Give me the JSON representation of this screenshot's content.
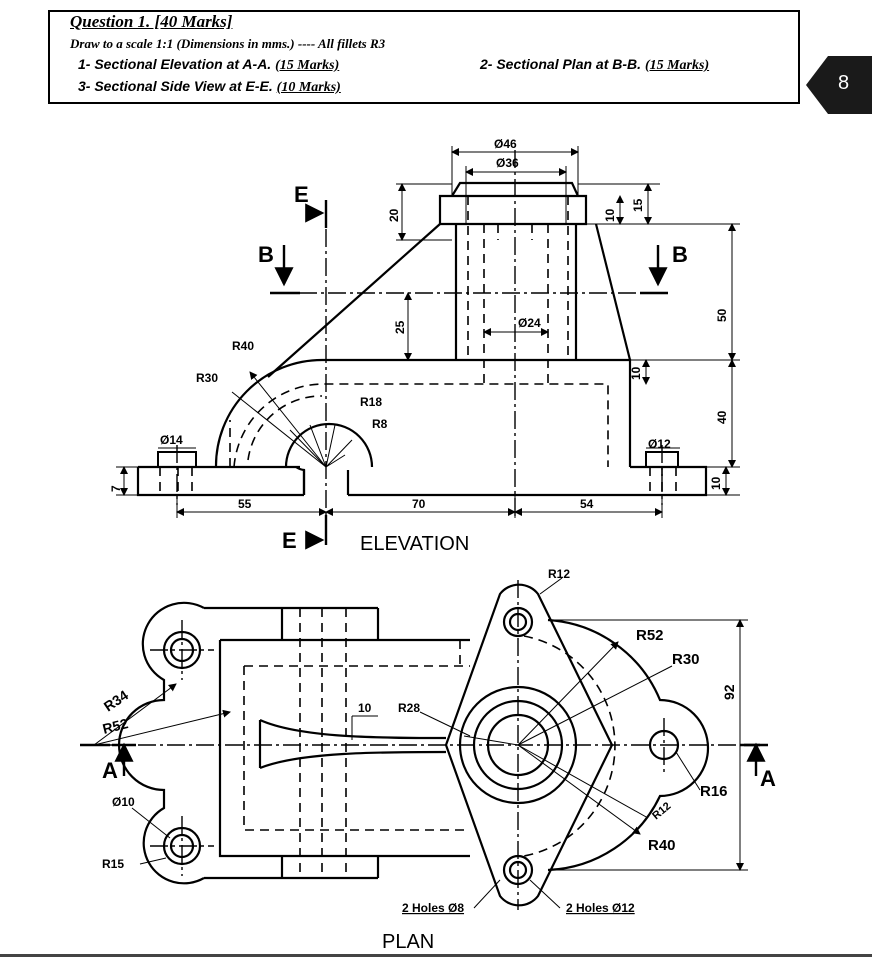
{
  "question": {
    "title": "Question 1. [40 Marks]",
    "instruction_a": "Draw to a scale 1:1 (Dimensions in mms.) ---- All fillets R3",
    "task1": "1- Sectional Elevation at A-A.",
    "task1_marks": "(15 Marks)",
    "task2": "2- Sectional Plan at B-B.",
    "task2_marks": "(15 Marks)",
    "task3": "3- Sectional Side View at E-E.",
    "task3_marks": "(10 Marks)"
  },
  "page_number": "8",
  "elevation": {
    "view_label": "ELEVATION",
    "section_b_left": "B",
    "section_b_right": "B",
    "section_e_top": "E",
    "section_e_bottom": "E",
    "dim_d46": "Ø46",
    "dim_d36": "Ø36",
    "dim_d24": "Ø24",
    "dim_20": "20",
    "dim_25": "25",
    "dim_10_top": "10",
    "dim_15": "15",
    "dim_50": "50",
    "dim_10_mid": "10",
    "dim_40": "40",
    "dim_10_base": "10",
    "dim_7": "7",
    "dim_55": "55",
    "dim_70": "70",
    "dim_54": "54",
    "r40": "R40",
    "r30": "R30",
    "r18": "R18",
    "r8": "R8",
    "d14": "Ø14",
    "d12": "Ø12"
  },
  "plan": {
    "view_label": "PLAN",
    "section_a_left": "A",
    "section_a_right": "A",
    "r12_top": "R12",
    "r52_right": "R52",
    "r30": "R30",
    "r34": "R34",
    "r52_left": "R52",
    "dim_10": "10",
    "r28": "R28",
    "dim_92": "92",
    "r16": "R16",
    "r12_right": "R12",
    "r40": "R40",
    "d10": "Ø10",
    "r15": "R15",
    "holes_d8": "2 Holes Ø8",
    "holes_d12": "2 Holes Ø12"
  },
  "colors": {
    "ink": "#000000",
    "tab": "#1a1a1a",
    "page_num": "#ffffff"
  }
}
